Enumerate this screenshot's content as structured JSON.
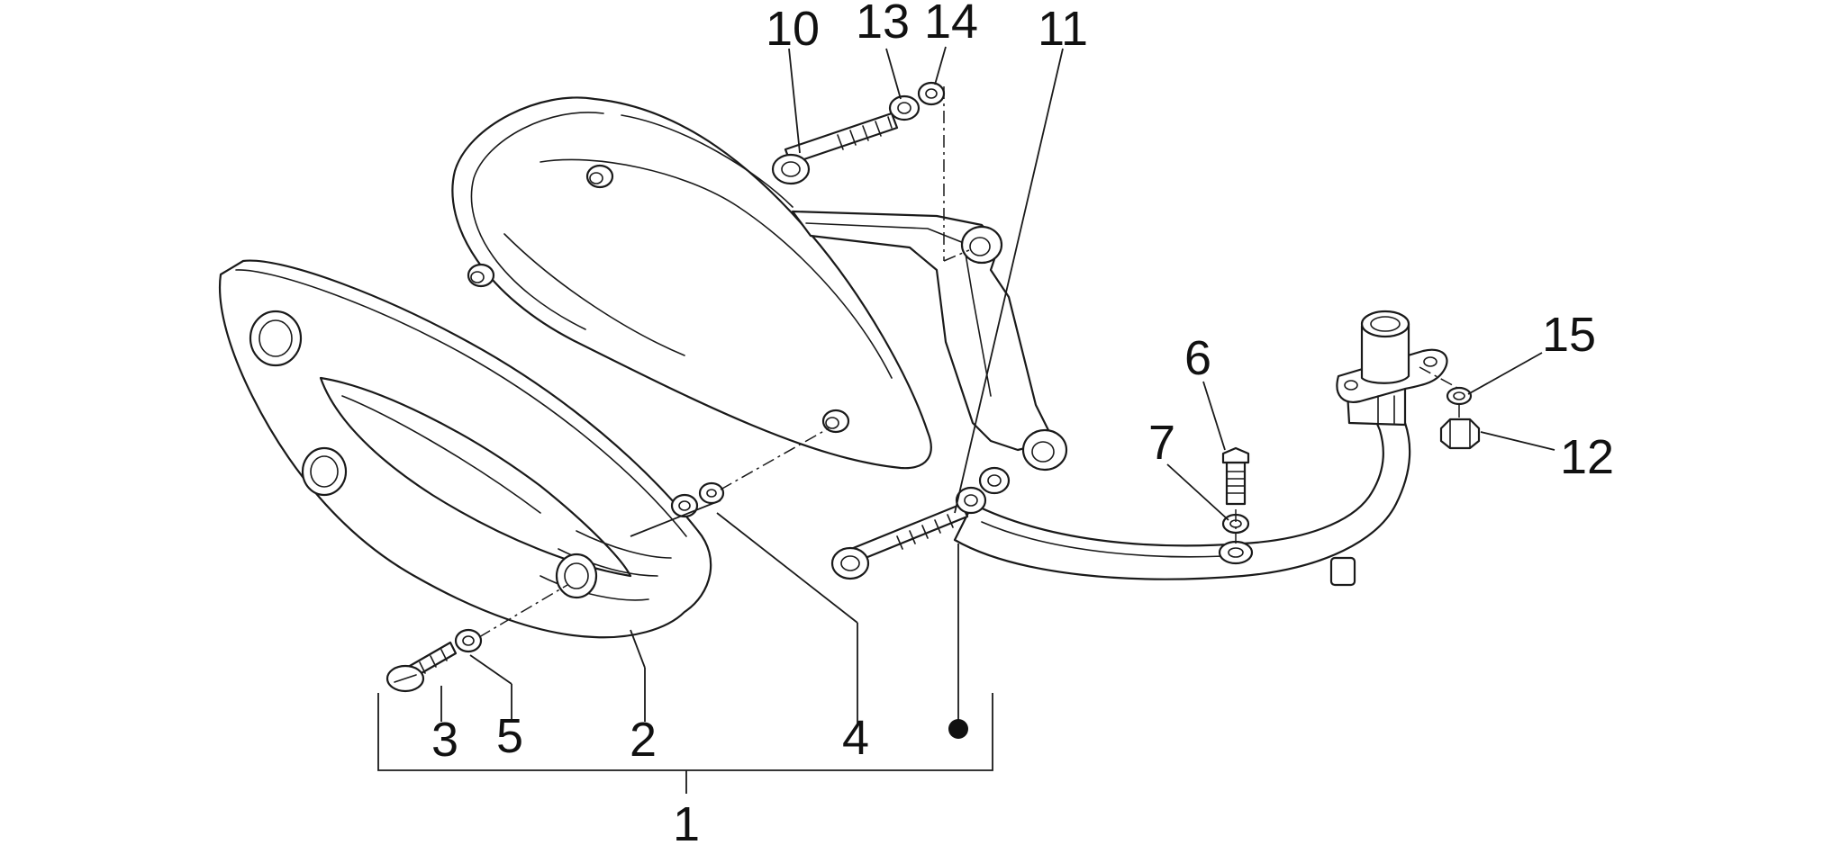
{
  "diagram": {
    "callouts": {
      "c1": "1",
      "c2": "2",
      "c3": "3",
      "c4": "4",
      "c5": "5",
      "c6": "6",
      "c7": "7",
      "c10": "10",
      "c11": "11",
      "c12": "12",
      "c13": "13",
      "c14": "14",
      "c15": "15"
    }
  }
}
